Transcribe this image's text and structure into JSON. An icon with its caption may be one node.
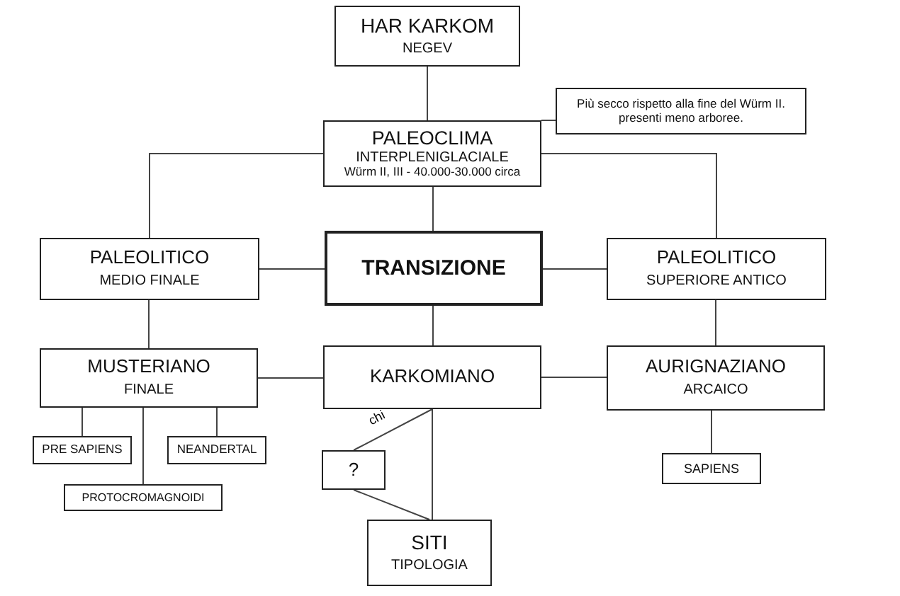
{
  "diagram": {
    "nodes": [
      {
        "text": [
          "HAR KARKOM",
          "NEGEV"
        ]
      },
      {
        "text": [
          "Più secco rispetto alla fine del Würm II. presenti meno arboree."
        ]
      },
      {
        "text": [
          "PALEOCLIMA",
          "INTERPLENIGLACIALE",
          "Würm II, III - 40.000-30.000 circa"
        ]
      },
      {
        "text": [
          "PALEOLITICO",
          "MEDIO FINALE"
        ]
      },
      {
        "text": [
          "TRANSIZIONE"
        ]
      },
      {
        "text": [
          "PALEOLITICO",
          "SUPERIORE ANTICO"
        ]
      },
      {
        "text": [
          "MUSTERIANO",
          "FINALE"
        ]
      },
      {
        "text": [
          "KARKOMIANO"
        ]
      },
      {
        "text": [
          "AURIGNAZIANO",
          "ARCAICO"
        ]
      },
      {
        "text": [
          "PRE SAPIENS"
        ]
      },
      {
        "text": [
          "NEANDERTAL"
        ]
      },
      {
        "text": [
          "PROTOCROMAGNOIDI"
        ]
      },
      {
        "text": [
          "?"
        ]
      },
      {
        "text": [
          "SAPIENS"
        ]
      },
      {
        "text": [
          "SITI",
          "TIPOLOGIA"
        ]
      }
    ],
    "edges": [
      {
        "from": 0,
        "to": 2,
        "arrow": "none"
      },
      {
        "from": 2,
        "to": 1,
        "arrow": "none"
      },
      {
        "from": 2,
        "to": 3,
        "arrow": "none"
      },
      {
        "from": 2,
        "to": 4,
        "arrow": "none"
      },
      {
        "from": 2,
        "to": 5,
        "arrow": "none"
      },
      {
        "from": 3,
        "to": 4,
        "arrow": "none"
      },
      {
        "from": 4,
        "to": 5,
        "arrow": "none"
      },
      {
        "from": 3,
        "to": 6,
        "arrow": "none"
      },
      {
        "from": 4,
        "to": 7,
        "arrow": "none"
      },
      {
        "from": 5,
        "to": 8,
        "arrow": "none"
      },
      {
        "from": 6,
        "to": 7,
        "arrow": "none"
      },
      {
        "from": 7,
        "to": 8,
        "arrow": "none"
      },
      {
        "from": 6,
        "to": 9,
        "arrow": "none"
      },
      {
        "from": 6,
        "to": 10,
        "arrow": "none"
      },
      {
        "from": 6,
        "to": 11,
        "arrow": "none"
      },
      {
        "from": 8,
        "to": 13,
        "arrow": "none"
      },
      {
        "from": 7,
        "to": 12,
        "arrow": "none",
        "label": "chi"
      },
      {
        "from": 7,
        "to": 14,
        "arrow": "none"
      },
      {
        "from": 12,
        "to": 14,
        "arrow": "none"
      }
    ]
  }
}
